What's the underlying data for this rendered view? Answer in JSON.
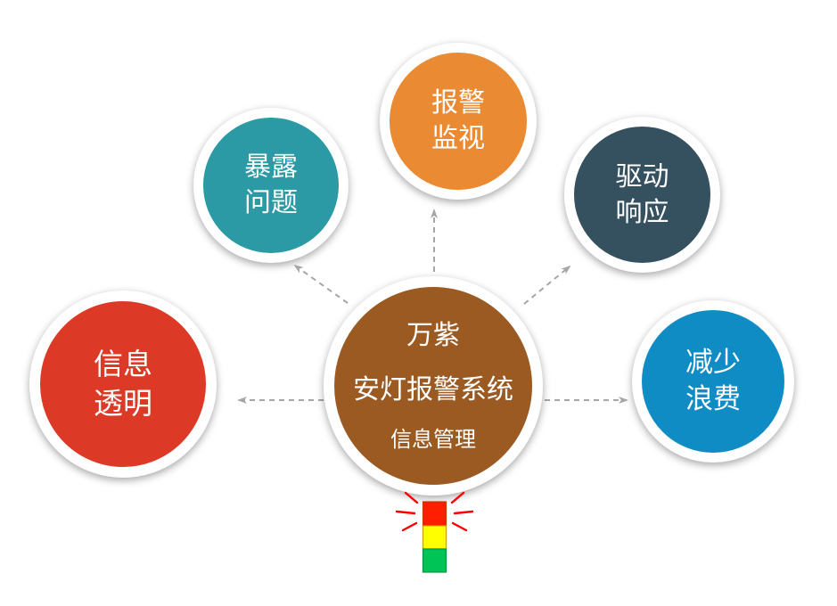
{
  "center": {
    "line1": "万紫",
    "line2": "安灯报警系统",
    "line3": "信息管理",
    "color": "#9c5a23"
  },
  "nodes": {
    "alarm_monitor": {
      "line1": "报警",
      "line2": "监视",
      "color": "#ea8a33"
    },
    "expose_problems": {
      "line1": "暴露",
      "line2": "问题",
      "color": "#2b9aa5"
    },
    "drive_response": {
      "line1": "驱动",
      "line2": "响应",
      "color": "#35505f"
    },
    "info_transparency": {
      "line1": "信息",
      "line2": "透明",
      "color": "#dc3a26"
    },
    "reduce_waste": {
      "line1": "减少",
      "line2": "浪费",
      "color": "#108cc5"
    }
  },
  "connectors": {
    "color": "#a6a6a6"
  },
  "andon_light": {
    "red": "#ff1e00",
    "yellow": "#ffff00",
    "green": "#00c455",
    "ray_color": "#ff0000"
  }
}
